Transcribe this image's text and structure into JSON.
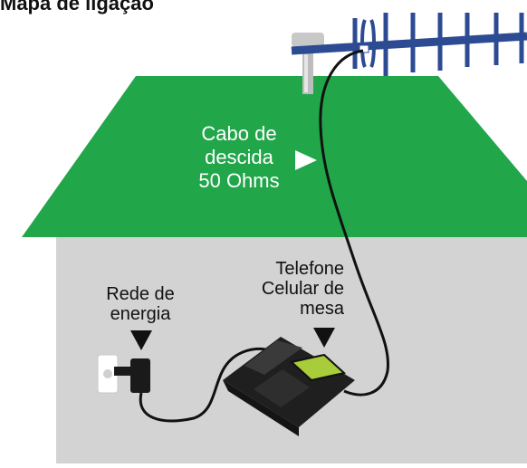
{
  "title": "Mapa de ligação",
  "labels": {
    "cable_line1": "Cabo de",
    "cable_line2": "descida",
    "cable_line3": "50 Ohms",
    "power_line1": "Rede de",
    "power_line2": "energia",
    "phone_line1": "Telefone",
    "phone_line2": "Celular de",
    "phone_line3": "mesa"
  },
  "colors": {
    "roof": "#21a64a",
    "wall": "#d3d3d3",
    "antenna": "#2c4b93",
    "cable": "#111111",
    "phone": "#2a2a2a",
    "screen": "#a8cc3a",
    "text_on_roof": "#ffffff",
    "text": "#111111"
  },
  "icons": [
    "yagi-antenna-icon",
    "arrow-right-icon",
    "arrow-down-icon",
    "wall-outlet-icon",
    "power-adapter-icon",
    "desk-phone-icon"
  ]
}
